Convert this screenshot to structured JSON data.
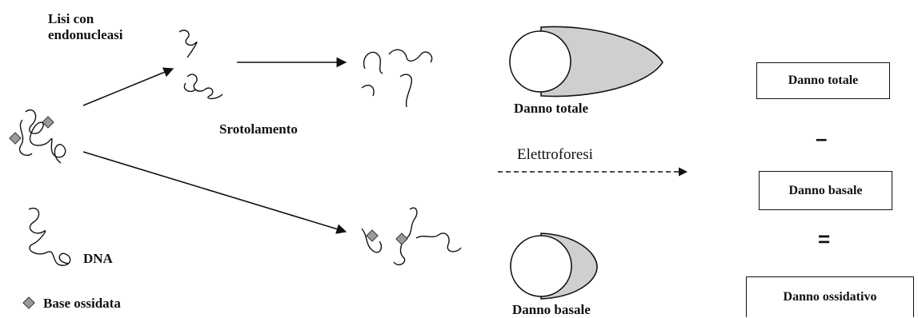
{
  "labels": {
    "lysis_line1": "Lisi con",
    "lysis_line2": "endonucleasi",
    "unwinding": "Srotolamento",
    "electrophoresis": "Elettroforesi",
    "dna": "DNA",
    "oxidized_base": "Base ossidata",
    "comet_total": "Danno totale",
    "comet_basal": "Danno basale"
  },
  "equation": {
    "total": "Danno totale",
    "minus": "–",
    "basal": "Danno basale",
    "equals": "=",
    "oxidative": "Danno ossidativo"
  },
  "colors": {
    "stroke": "#111111",
    "comet_tail": "#cfcfcf",
    "base_marker": "#9a9a9a"
  }
}
